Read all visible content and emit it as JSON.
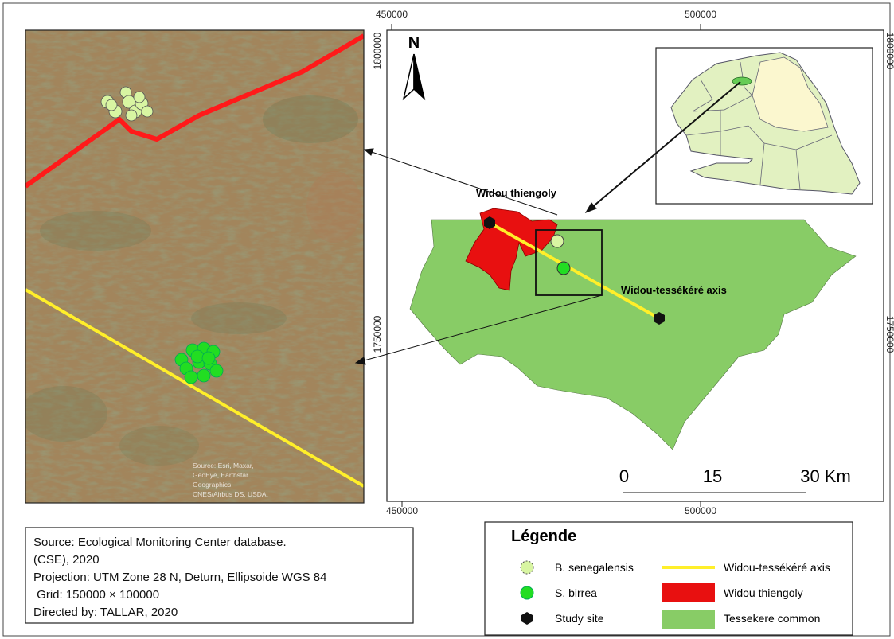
{
  "aerial_panel": {
    "attribution_lines": [
      "Source: Esri, Maxar,",
      "GeoEye, Earthstar",
      "Geographics,",
      "CNES/Airbus DS, USDA,"
    ]
  },
  "main_map": {
    "top_labels": [
      "450000",
      "500000"
    ],
    "bottom_labels": [
      "450000",
      "500000"
    ],
    "left_labels": [
      "1800000",
      "1750000"
    ],
    "right_labels": [
      "1800000",
      "1750000"
    ],
    "north_label": "N",
    "widou_thiengoly_label": "Widou thiengoly",
    "axis_label": "Widou-tessékéré axis",
    "scale_labels": [
      "0",
      "15",
      "30 Km"
    ]
  },
  "source_box": {
    "lines": [
      "Source: Ecological Monitoring Center database.",
      "(CSE), 2020",
      "Projection: UTM Zone 28 N, Deturn, Ellipsoide WGS 84",
      " Grid: 150000 × 100000",
      "Directed by: TALLAR, 2020"
    ]
  },
  "legend": {
    "title": "Légende",
    "items": [
      {
        "label": "B. senegalensis",
        "color": "#d8f5a2"
      },
      {
        "label": "S. birrea",
        "color": "#22dd22"
      },
      {
        "label": "Study site",
        "color": "#111111"
      },
      {
        "label": "Widou-tessékéré axis",
        "color": "#ffef2a"
      },
      {
        "label": "Widou thiengoly",
        "color": "#e81010"
      },
      {
        "label": "Tessekere common",
        "color": "#88cc66"
      }
    ]
  },
  "colors": {
    "aerial_bg": "#a2855c",
    "commune_green": "#88cc66",
    "widou_red": "#e81010",
    "axis_yellow": "#ffef2a",
    "senegal_fill": "#e2f1c1"
  }
}
